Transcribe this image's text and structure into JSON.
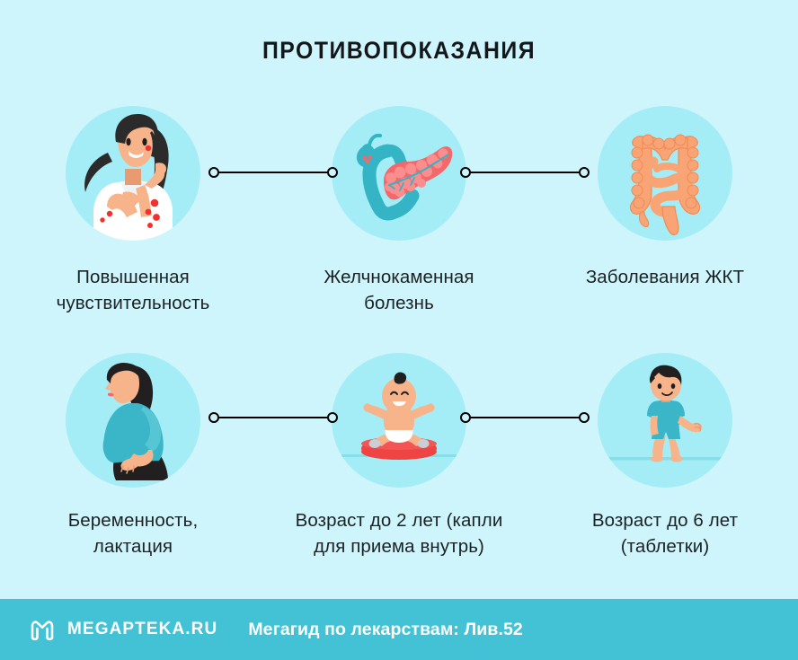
{
  "title": "ПРОТИВОПОКАЗАНИЯ",
  "colors": {
    "background": "#cef5fc",
    "circle_fill": "#a4edf6",
    "footer_bar": "#42c2d4",
    "text": "#1b2124",
    "connector": "#000000",
    "accent_teal": "#34b4c4",
    "accent_coral": "#f4686b",
    "accent_orange": "#f9a474",
    "skin": "#f7b48a",
    "hair": "#2b2b2b",
    "white": "#ffffff"
  },
  "items": [
    {
      "id": "hypersensitivity",
      "icon": "woman-with-rash-icon",
      "label": "Повышенная\nчувствительность",
      "label_lines": [
        "Повышенная",
        "чувствительность"
      ]
    },
    {
      "id": "gallstone-disease",
      "icon": "gallbladder-pancreas-icon",
      "label": "Желчнокаменная\nболезнь",
      "label_lines": [
        "Желчнокаменная",
        "болезнь"
      ]
    },
    {
      "id": "gi-diseases",
      "icon": "intestines-icon",
      "label": "Заболевания ЖКТ",
      "label_lines": [
        "Заболевания ЖКТ"
      ]
    },
    {
      "id": "pregnancy-lactation",
      "icon": "pregnant-woman-icon",
      "label": "Беременность,\nлактация",
      "label_lines": [
        "Беременность,",
        "лактация"
      ]
    },
    {
      "id": "age-under-2-drops",
      "icon": "baby-icon",
      "label": "Возраст до 2 лет (капли\nдля приема внутрь)",
      "label_lines": [
        "Возраст до 2 лет (капли",
        "для приема внутрь)"
      ]
    },
    {
      "id": "age-under-6-tablets",
      "icon": "child-boy-icon",
      "label": "Возраст до 6 лет\n(таблетки)",
      "label_lines": [
        "Возраст до 6 лет",
        "(таблетки)"
      ]
    }
  ],
  "connectors": [
    {
      "id": "connector-1-2"
    },
    {
      "id": "connector-2-3"
    },
    {
      "id": "connector-4-5"
    },
    {
      "id": "connector-5-6"
    }
  ],
  "footer": {
    "logo_mark": "megapteka-m-logo-icon",
    "logo_text": "MEGAPTEKA.RU",
    "caption": "Мегагид по лекарствам: Лив.52"
  }
}
